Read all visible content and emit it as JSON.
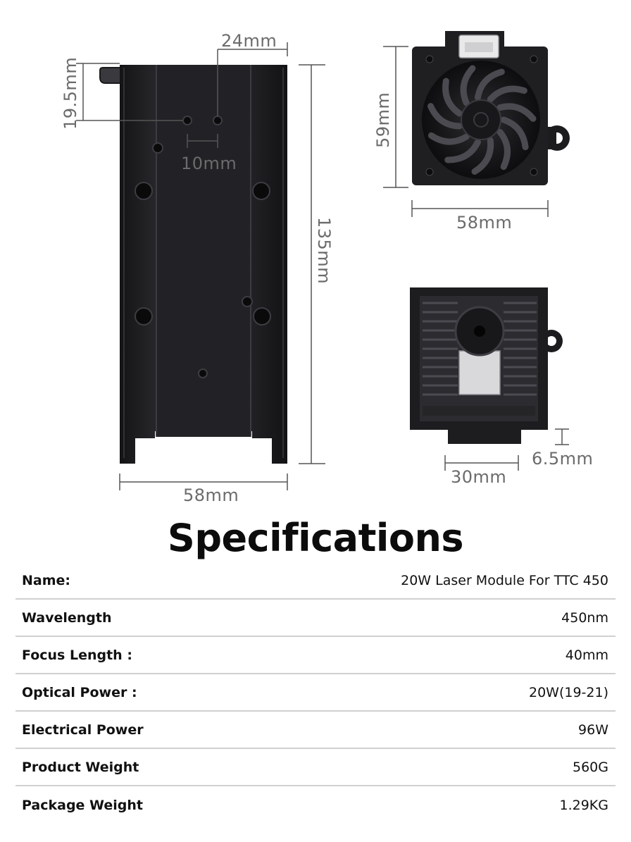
{
  "dimensions": {
    "top_hole_offset": "24mm",
    "top_from_edge": "19.5mm",
    "hole_spacing": "10mm",
    "length": "135mm",
    "width_front": "58mm",
    "fan_height": "59mm",
    "fan_width": "58mm",
    "nozzle_height": "6.5mm",
    "nozzle_width": "30mm"
  },
  "title": "Specifications",
  "specs": [
    {
      "label": "Name:",
      "value": "20W Laser Module For TTC 450"
    },
    {
      "label": "Wavelength",
      "value": "450nm"
    },
    {
      "label": "Focus Length :",
      "value": "40mm"
    },
    {
      "label": "Optical Power :",
      "value": "20W(19-21)"
    },
    {
      "label": "Electrical Power",
      "value": "96W"
    },
    {
      "label": "Product Weight",
      "value": "560G"
    },
    {
      "label": "Package Weight",
      "value": "1.29KG"
    }
  ]
}
